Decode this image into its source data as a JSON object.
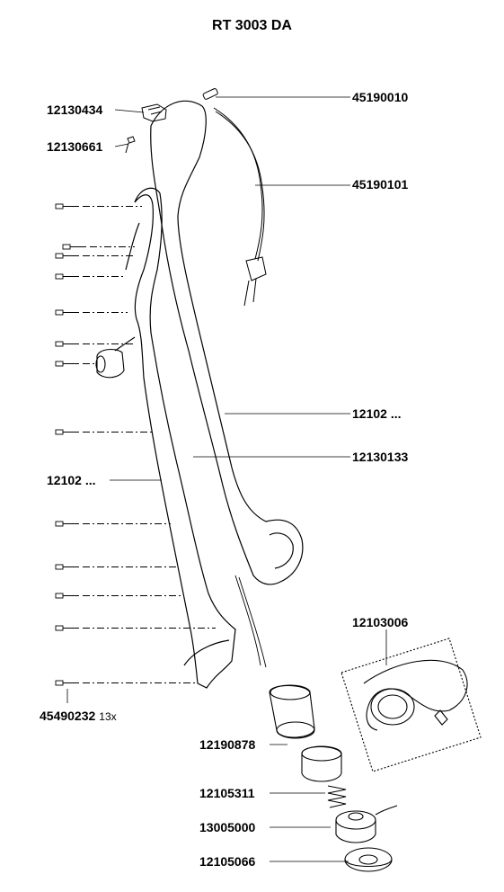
{
  "title": "RT 3003 DA",
  "labels": {
    "p12130434": "12130434",
    "p12130661": "12130661",
    "p45190010": "45190010",
    "p45190101": "45190101",
    "p12102_right": "12102 ...",
    "p12130133": "12130133",
    "p12102_left": "12102 ...",
    "p12103006": "12103006",
    "p45490232": "45490232",
    "p45490232_qty": "13x",
    "p12190878": "12190878",
    "p12105311": "12105311",
    "p13005000": "13005000",
    "p12105066": "12105066"
  }
}
